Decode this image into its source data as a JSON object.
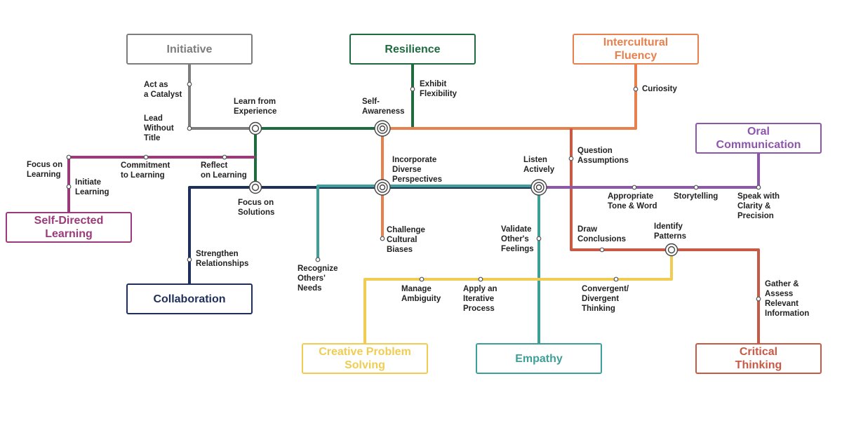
{
  "colors": {
    "initiative": "#7d7d7d",
    "resilience": "#1e6b3f",
    "intercultural": "#e8804d",
    "oral": "#8e55ad",
    "self_directed": "#9b3a7a",
    "collaboration": "#1f2f5c",
    "creative": "#f0cd52",
    "empathy": "#3e9e98",
    "critical": "#c85a45"
  },
  "boxes": {
    "initiative": "Initiative",
    "resilience": "Resilience",
    "intercultural": "Intercultural\nFluency",
    "oral": "Oral\nCommunication",
    "self_directed": "Self-Directed\nLearning",
    "collaboration": "Collaboration",
    "creative": "Creative Problem\nSolving",
    "empathy": "Empathy",
    "critical": "Critical\nThinking"
  },
  "stops": {
    "act_catalyst": "Act as\na Catalyst",
    "lead_without_title": "Lead\nWithout\nTitle",
    "learn_experience": "Learn from\nExperience",
    "self_awareness": "Self-\nAwareness",
    "exhibit_flexibility": "Exhibit\nFlexibility",
    "curiosity": "Curiosity",
    "focus_learning": "Focus on\nLearning",
    "commitment_learning": "Commitment\nto Learning",
    "reflect_learning": "Reflect\non Learning",
    "initiate_learning": "Initiate\nLearning",
    "incorporate_perspectives": "Incorporate\nDiverse\nPerspectives",
    "listen_actively": "Listen\nActively",
    "question_assumptions": "Question\nAssumptions",
    "focus_solutions": "Focus on\nSolutions",
    "appropriate_tone": "Appropriate\nTone & Word",
    "storytelling": "Storytelling",
    "speak_clarity": "Speak with\nClarity &\nPrecision",
    "challenge_biases": "Challenge\nCultural\nBiases",
    "validate_feelings": "Validate\nOther's\nFeelings",
    "draw_conclusions": "Draw\nConclusions",
    "identify_patterns": "Identify\nPatterns",
    "strengthen_relationships": "Strengthen\nRelationships",
    "recognize_needs": "Recognize\nOthers'\nNeeds",
    "manage_ambiguity": "Manage\nAmbiguity",
    "apply_iterative": "Apply an\nIterative\nProcess",
    "convergent_divergent": "Convergent/\nDivergent\nThinking",
    "gather_assess": "Gather &\nAssess\nRelevant\nInformation"
  }
}
